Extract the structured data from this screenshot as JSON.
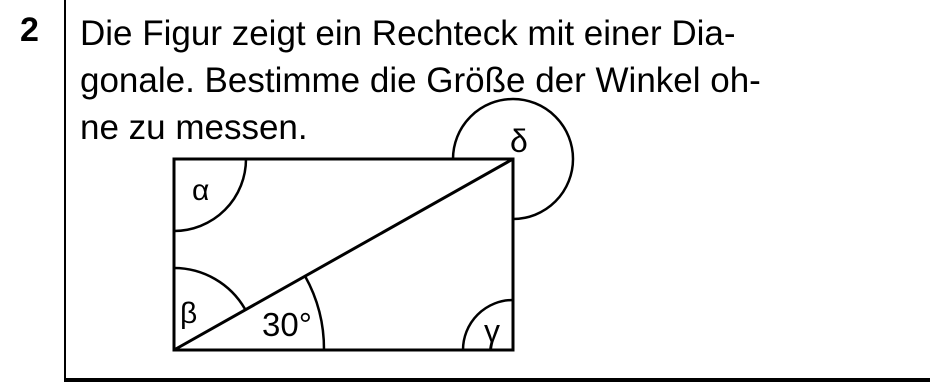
{
  "task": {
    "number": "2",
    "text_lines": [
      "Die Figur zeigt ein Rechteck mit einer Dia-",
      "gonale. Bestimme die Größe der Winkel oh-",
      "ne zu messen."
    ]
  },
  "figure": {
    "angle_labels": {
      "alpha": "α",
      "beta": "β",
      "gamma": "γ",
      "delta": "δ",
      "given": "30°"
    }
  }
}
